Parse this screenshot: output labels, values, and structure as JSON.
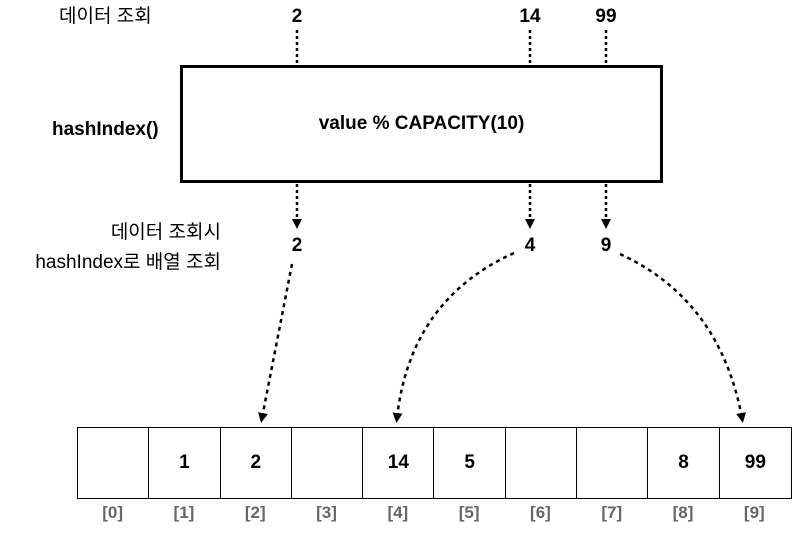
{
  "labels": {
    "data_lookup": "데이터 조회",
    "hash_index": "hashIndex()",
    "lookup_line1": "데이터 조회시",
    "lookup_line2": "hashIndex로 배열 조회"
  },
  "inputs": [
    "2",
    "14",
    "99"
  ],
  "hash_function": "value % CAPACITY(10)",
  "hash_outputs": [
    "2",
    "4",
    "9"
  ],
  "array": {
    "cells": [
      "",
      "1",
      "2",
      "",
      "14",
      "5",
      "",
      "",
      "8",
      "99"
    ],
    "indices": [
      "[0]",
      "[1]",
      "[2]",
      "[3]",
      "[4]",
      "[5]",
      "[6]",
      "[7]",
      "[8]",
      "[9]"
    ]
  }
}
